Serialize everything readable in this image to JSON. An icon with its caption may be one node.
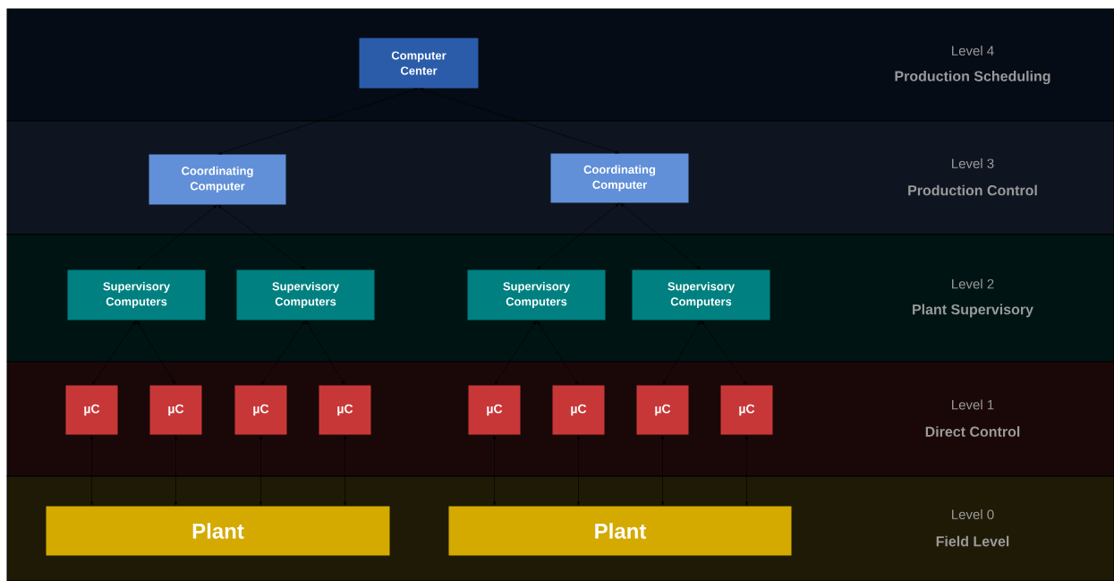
{
  "diagram": {
    "nodes": [
      {
        "text": [
          "Level 4",
          "Production Scheduling"
        ]
      },
      {
        "text": [
          "Computer Center"
        ],
        "in": 0
      },
      {
        "text": [
          "Level 3",
          "Production Control"
        ]
      },
      {
        "text": [
          "Coordinating Computer"
        ],
        "in": 2
      },
      {
        "text": [
          "Coordinating Computer"
        ],
        "in": 2
      },
      {
        "text": [
          "Level 2",
          "Plant Supervisory"
        ]
      },
      {
        "text": [
          "Supervisory Computers"
        ],
        "in": 5
      },
      {
        "text": [
          "Supervisory Computers"
        ],
        "in": 5
      },
      {
        "text": [
          "Supervisory Computers"
        ],
        "in": 5
      },
      {
        "text": [
          "Supervisory Computers"
        ],
        "in": 5
      },
      {
        "text": [
          "Level 1",
          "Direct Control"
        ]
      },
      {
        "text": [
          "µC"
        ],
        "in": 10
      },
      {
        "text": [
          "µC"
        ],
        "in": 10
      },
      {
        "text": [
          "µC"
        ],
        "in": 10
      },
      {
        "text": [
          "µC"
        ],
        "in": 10
      },
      {
        "text": [
          "µC"
        ],
        "in": 10
      },
      {
        "text": [
          "µC"
        ],
        "in": 10
      },
      {
        "text": [
          "µC"
        ],
        "in": 10
      },
      {
        "text": [
          "µC"
        ],
        "in": 10
      },
      {
        "text": [
          "Level 0",
          "Field Level"
        ]
      },
      {
        "text": [
          "Plant"
        ],
        "in": 19
      },
      {
        "text": [
          "Plant"
        ],
        "in": 19
      }
    ],
    "edges": [
      {
        "from": 1,
        "to": 3,
        "arrow": "both"
      },
      {
        "from": 1,
        "to": 4,
        "arrow": "both"
      },
      {
        "from": 3,
        "to": 6,
        "arrow": "both"
      },
      {
        "from": 3,
        "to": 7,
        "arrow": "both"
      },
      {
        "from": 4,
        "to": 8,
        "arrow": "both"
      },
      {
        "from": 4,
        "to": 9,
        "arrow": "both"
      },
      {
        "from": 6,
        "to": 11,
        "arrow": "both"
      },
      {
        "from": 6,
        "to": 12,
        "arrow": "both"
      },
      {
        "from": 7,
        "to": 13,
        "arrow": "both"
      },
      {
        "from": 7,
        "to": 14,
        "arrow": "both"
      },
      {
        "from": 8,
        "to": 15,
        "arrow": "both"
      },
      {
        "from": 8,
        "to": 16,
        "arrow": "both"
      },
      {
        "from": 9,
        "to": 17,
        "arrow": "both"
      },
      {
        "from": 9,
        "to": 18,
        "arrow": "both"
      },
      {
        "from": 11,
        "to": 20,
        "arrow": "both"
      },
      {
        "from": 12,
        "to": 20,
        "arrow": "both"
      },
      {
        "from": 13,
        "to": 20,
        "arrow": "both"
      },
      {
        "from": 14,
        "to": 20,
        "arrow": "both"
      },
      {
        "from": 15,
        "to": 21,
        "arrow": "both"
      },
      {
        "from": 16,
        "to": 21,
        "arrow": "both"
      },
      {
        "from": 17,
        "to": 21,
        "arrow": "both"
      },
      {
        "from": 18,
        "to": 21,
        "arrow": "both"
      }
    ]
  }
}
